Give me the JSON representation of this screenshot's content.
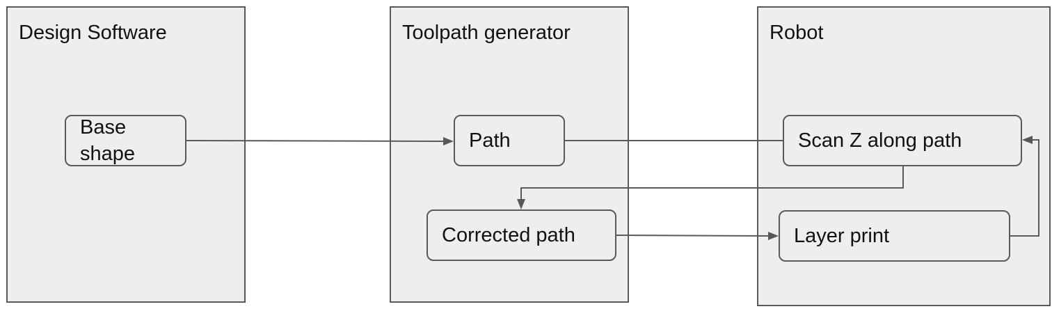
{
  "panels": {
    "design": {
      "title": "Design Software"
    },
    "toolpath": {
      "title": "Toolpath generator"
    },
    "robot": {
      "title": "Robot"
    }
  },
  "nodes": {
    "base_shape": {
      "label": "Base\nshape"
    },
    "path": {
      "label": "Path"
    },
    "corrected_path": {
      "label": "Corrected path"
    },
    "scan_z": {
      "label": "Scan Z along path"
    },
    "layer_print": {
      "label": "Layer print"
    }
  },
  "colors": {
    "panel_fill": "#eeeeee",
    "stroke": "#595959",
    "text": "#111111"
  }
}
